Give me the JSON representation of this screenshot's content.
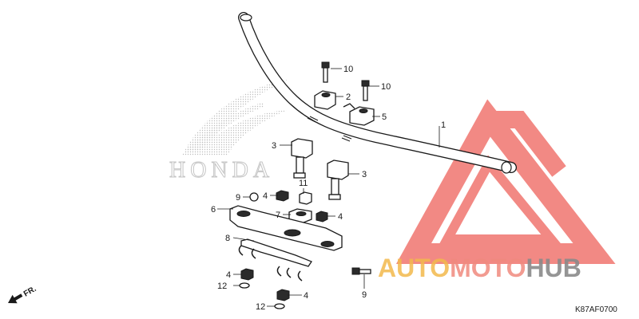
{
  "diagram": {
    "brand_watermark_text": "HONDA",
    "watermark": {
      "text_parts": [
        "AUTO",
        "MOTO",
        "HUB"
      ],
      "colors": {
        "auto": "#f2b84b",
        "moto": "#f08a7e",
        "hub": "#8a8a8a",
        "triangle": "#ee5d55"
      }
    },
    "direction_label": "FR.",
    "drawing_code": "K87AF0700",
    "callouts": [
      {
        "id": "c1",
        "text": "1"
      },
      {
        "id": "c2",
        "text": "2"
      },
      {
        "id": "c3a",
        "text": "3"
      },
      {
        "id": "c3b",
        "text": "3"
      },
      {
        "id": "c4a",
        "text": "4"
      },
      {
        "id": "c4b",
        "text": "4"
      },
      {
        "id": "c4c",
        "text": "4"
      },
      {
        "id": "c4d",
        "text": "4"
      },
      {
        "id": "c5",
        "text": "5"
      },
      {
        "id": "c6",
        "text": "6"
      },
      {
        "id": "c7",
        "text": "7"
      },
      {
        "id": "c8",
        "text": "8"
      },
      {
        "id": "c9a",
        "text": "9"
      },
      {
        "id": "c9b",
        "text": "9"
      },
      {
        "id": "c10a",
        "text": "10"
      },
      {
        "id": "c10b",
        "text": "10"
      },
      {
        "id": "c11",
        "text": "11"
      },
      {
        "id": "c12a",
        "text": "12"
      },
      {
        "id": "c12b",
        "text": "12"
      }
    ]
  }
}
